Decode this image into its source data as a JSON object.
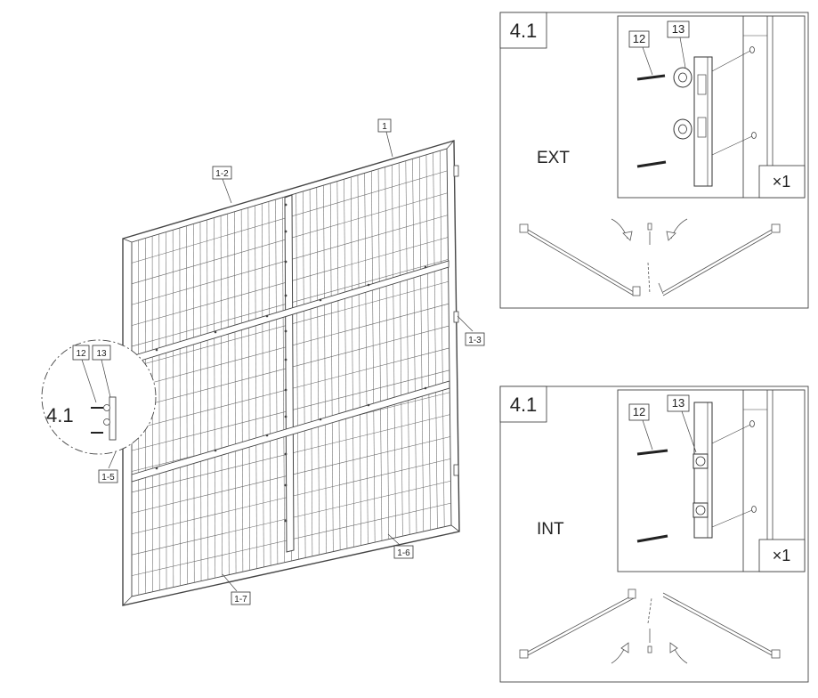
{
  "main_panel": {
    "callouts": {
      "panel": "1",
      "top_rail": "1-2",
      "right_post": "1-3",
      "bottom_right": "1-6",
      "bottom_left": "1-7",
      "left_post": "1-5"
    },
    "detail_bubble": {
      "step": "4.1",
      "part_a": "12",
      "part_b": "13"
    }
  },
  "detail_ext": {
    "step": "4.1",
    "side": "EXT",
    "part_a": "12",
    "part_b": "13",
    "quantity": "×1"
  },
  "detail_int": {
    "step": "4.1",
    "side": "INT",
    "part_a": "12",
    "part_b": "13",
    "quantity": "×1"
  }
}
